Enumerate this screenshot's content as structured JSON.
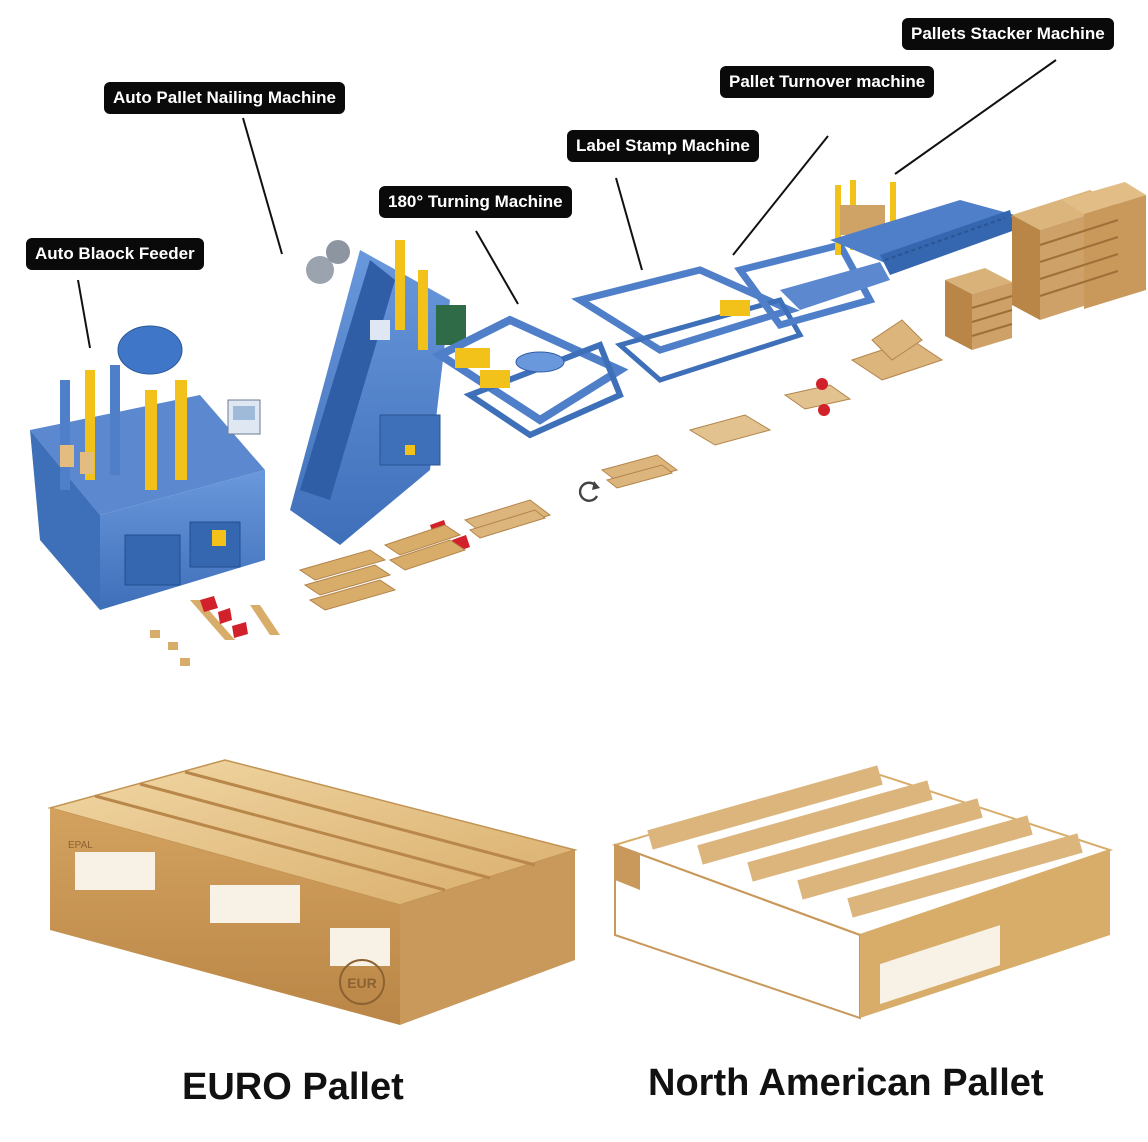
{
  "labels": {
    "block_feeder": "Auto Blaock Feeder",
    "nailing": "Auto Pallet Nailing Machine",
    "turning": "180° Turning Machine",
    "label_stamp": "Label Stamp Machine",
    "turnover": "Pallet Turnover machine",
    "stacker": "Pallets Stacker Machine"
  },
  "captions": {
    "euro": "EURO Pallet",
    "north_american": "North American Pallet"
  },
  "pallet_marks": {
    "euro_block_mark": "EUR",
    "euro_side_mark": "EPAL"
  },
  "colors": {
    "machine_blue": "#4f7fc9",
    "machine_blue_dark": "#2f5da6",
    "machine_yellow": "#f2c21b",
    "wood_light": "#e9c88f",
    "wood_mid": "#d8ad6a",
    "wood_dark": "#b9874a",
    "clamp_red": "#d1222b"
  },
  "icons": {
    "rotation": "rotate-arrow-icon"
  }
}
